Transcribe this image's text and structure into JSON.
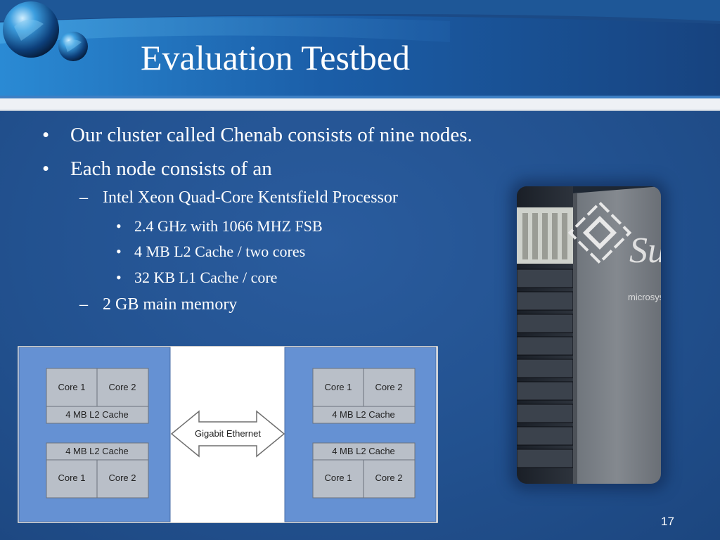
{
  "slide": {
    "title": "Evaluation Testbed",
    "page_number": "17"
  },
  "bullets": {
    "level1": [
      "Our cluster called Chenab consists of nine nodes.",
      "Each node consists of an"
    ],
    "processor": "Intel Xeon Quad-Core Kentsfield Processor",
    "processor_details": [
      "2.4 GHz with 1066 MHZ FSB",
      "4 MB L2 Cache / two cores",
      "32 KB L1 Cache / core"
    ],
    "memory": "2 GB main memory",
    "bullet_symbol": "•",
    "dash_symbol": "–"
  },
  "diagram": {
    "core1": "Core 1",
    "core2": "Core 2",
    "l2_cache": "4 MB L2 Cache",
    "interconnect": "Gigabit Ethernet"
  },
  "photo": {
    "brand_lettering": "Sun",
    "brand_sub": "microsystems"
  },
  "colors": {
    "background": "#22518f",
    "header_band": "#1f6fb5",
    "node_box": "#5f8fd4",
    "cell": "#b9bfc8"
  }
}
